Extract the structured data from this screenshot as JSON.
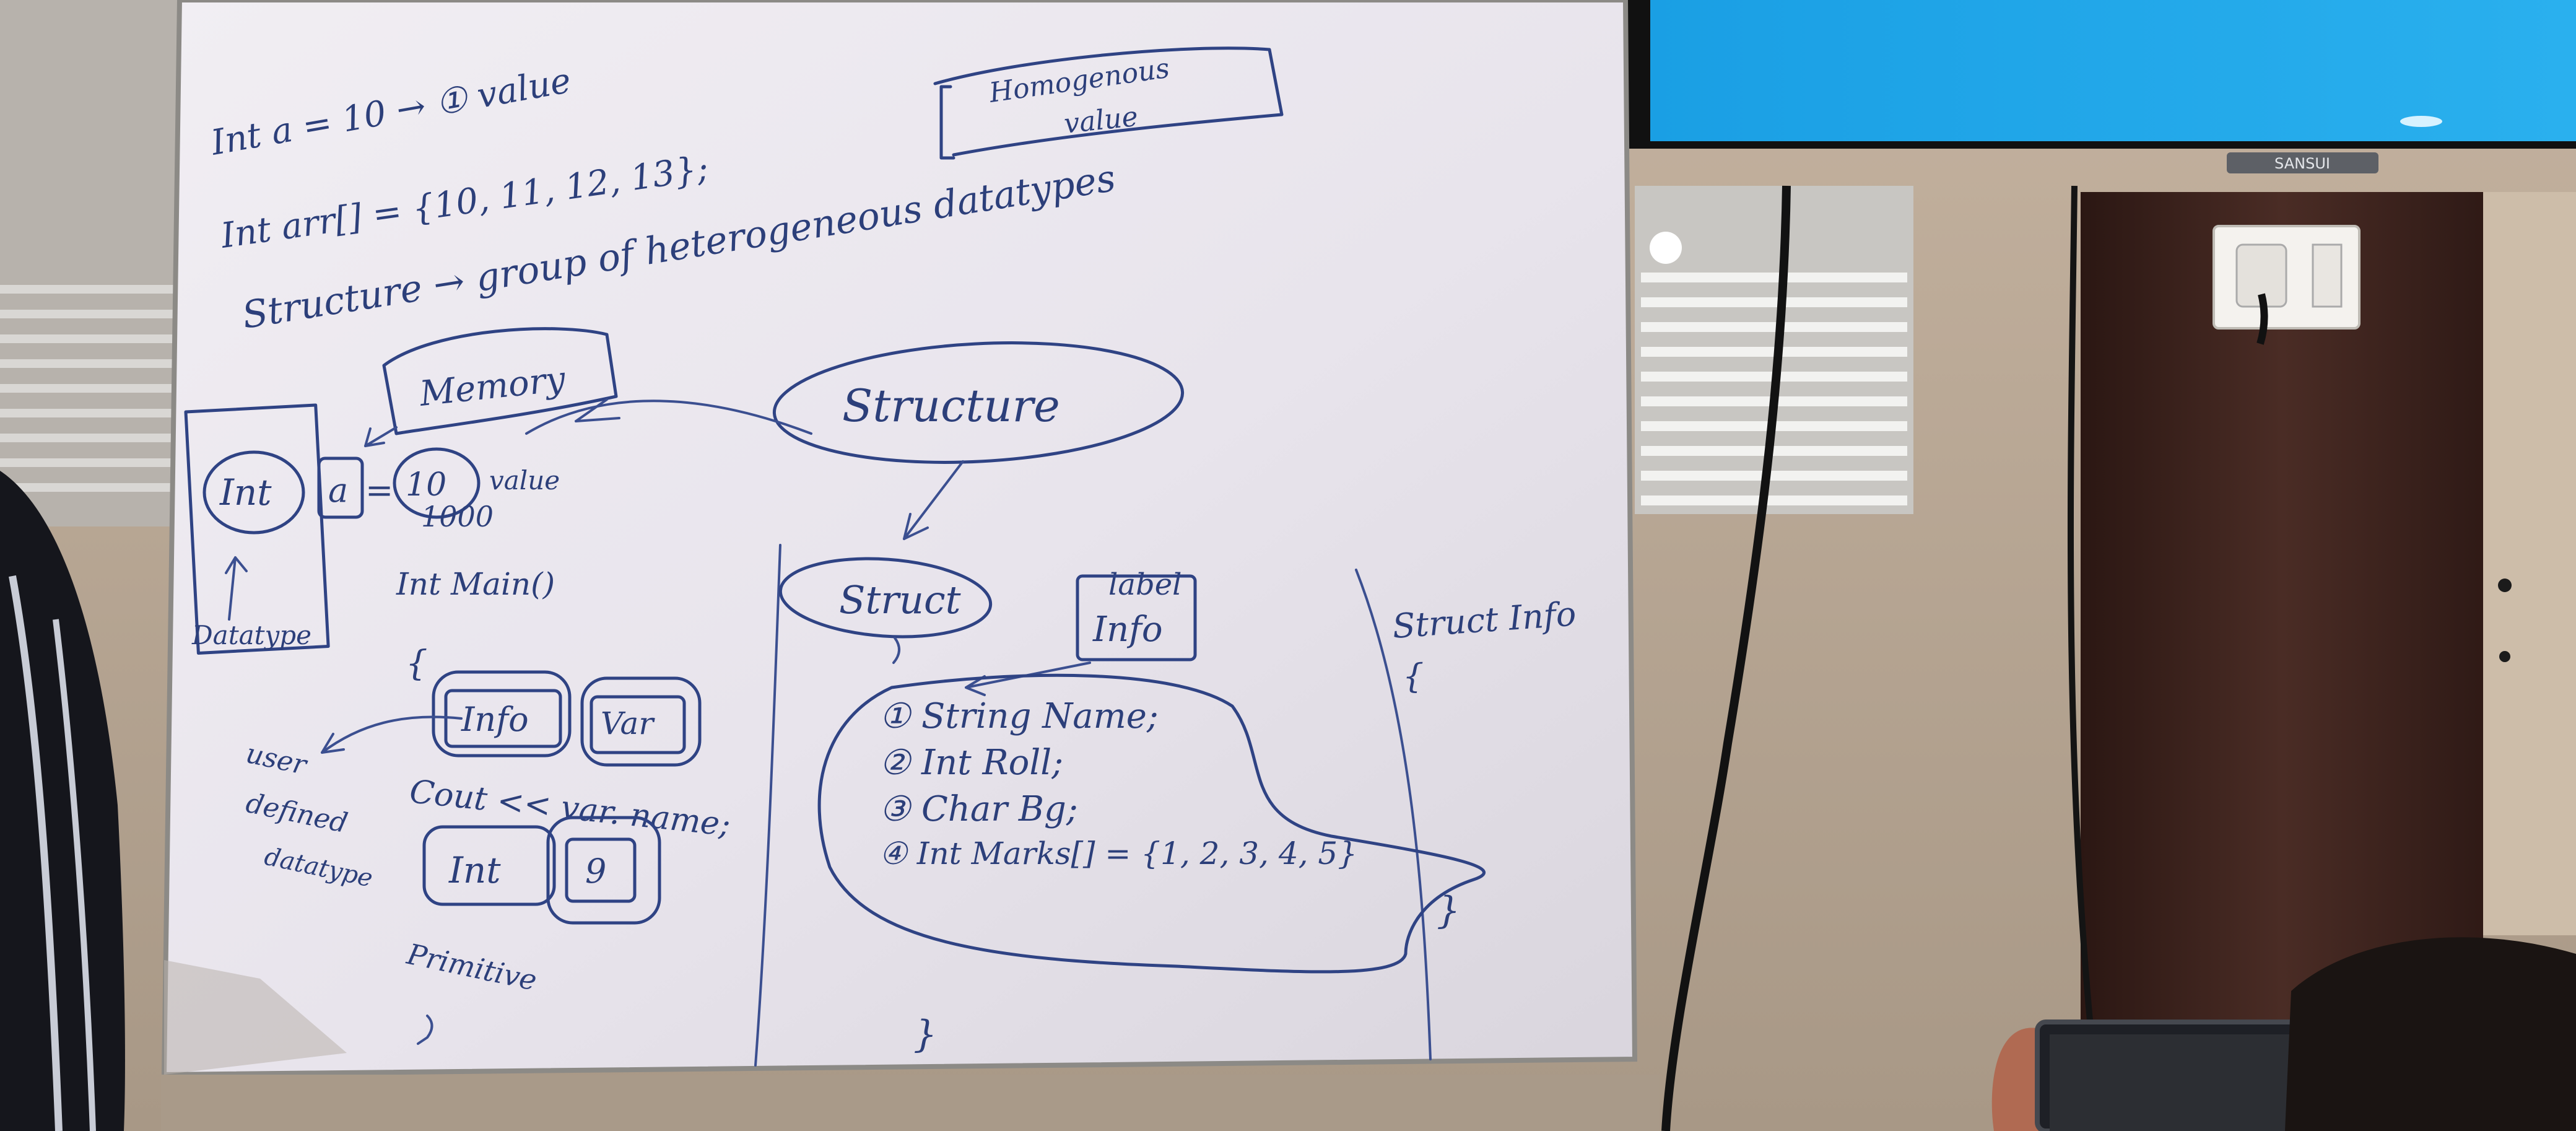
{
  "whiteboard": {
    "line1": "Int a = 10 → ① value",
    "line2": "Int arr[] = {10, 11, 12, 13};",
    "homogeneous_box": [
      "Homogenous",
      "value"
    ],
    "line3": "Structure → group of heterogeneous datatypes",
    "memory_label": "Memory",
    "structure_bubble": "Structure",
    "int_circle": "Int",
    "a_box": "a",
    "value_circle": "10",
    "value_label": "value",
    "address": "1000",
    "datatype_label": "Datatype",
    "main_func": "Int Main()",
    "open_brace_main": "{",
    "info_box": "Info",
    "var_box": "Var",
    "user_defined": [
      "user",
      "defined",
      "datatype"
    ],
    "cout_line": "Cout << var. name;",
    "int_box": "Int",
    "nine_box": "9",
    "primitive_label": "Primitive",
    "struct_circle": "Struct",
    "label_word": "label",
    "info_label_box": "Info",
    "members": [
      "① String Name;",
      "② Int Roll;",
      "③ Char Bg;",
      "④ Int Marks[] = {1, 2, 3, 4, 5}"
    ],
    "closing_brace_mid": "}",
    "closing_brace_right": "}",
    "struct_info_right": "Struct Info",
    "open_brace_right": "{"
  },
  "tv": {
    "brand": "SANSUI",
    "screen_color": "#1ea6e8"
  },
  "colors": {
    "ink": "#2c3f7a",
    "board": "#ece8ee",
    "wall": "#c9b9a7",
    "door": "#3a2520"
  }
}
